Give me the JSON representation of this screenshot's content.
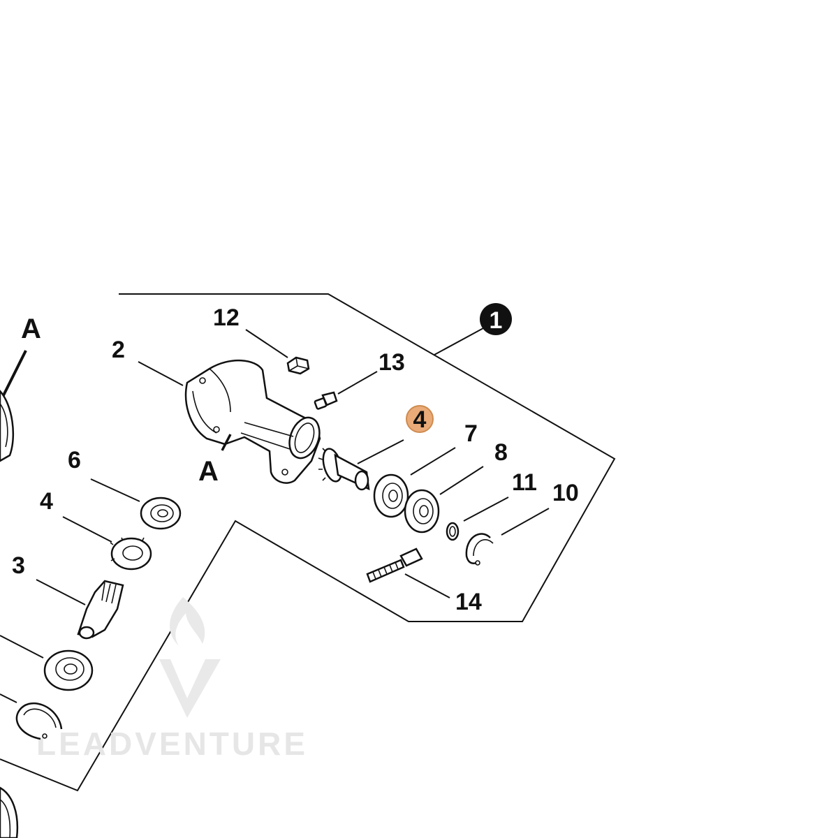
{
  "diagram": {
    "assembly_badge": "1",
    "highlight_color": "#e8a36a",
    "highlight_border": "#c97f3c",
    "section_marker": "A",
    "watermark": "LEADVENTURE",
    "callouts": {
      "c2": "2",
      "c12": "12",
      "c13": "13",
      "c4_highlight": "4",
      "c7": "7",
      "c8": "8",
      "c11": "11",
      "c10": "10",
      "c14": "14",
      "c6": "6",
      "c4": "4",
      "c3": "3"
    },
    "icons": [
      "flame-logo-icon",
      "gear-housing-icon",
      "ball-bearing-icon",
      "circlip-icon",
      "bolt-icon"
    ]
  }
}
